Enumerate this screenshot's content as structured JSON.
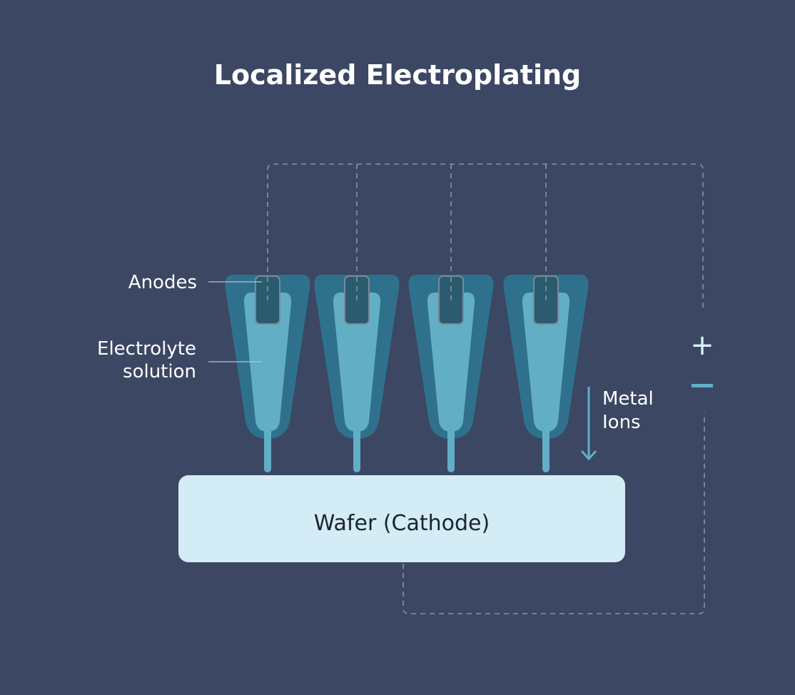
{
  "title": "Localized Electroplating",
  "labels": {
    "anodes": "Anodes",
    "electrolyte_line1": "Electrolyte",
    "electrolyte_line2": "solution",
    "metal_ions_line1": "Metal",
    "metal_ions_line2": "Ions",
    "wafer": "Wafer (Cathode)",
    "plus": "+",
    "minus": "−"
  },
  "nozzle_count": 4,
  "colors": {
    "background": "#3b4763",
    "outer_cone": "#2f718c",
    "inner_cone": "#62aec5",
    "anode": "#2a5b6f",
    "wafer": "#d3ecf5",
    "accent": "#5fb0c8"
  }
}
